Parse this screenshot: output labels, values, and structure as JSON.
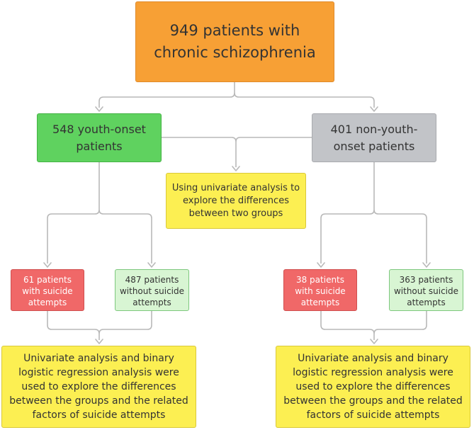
{
  "nodes": {
    "root": "949 patients with chronic schizophrenia",
    "youth_onset": "548 youth-onset patients",
    "non_youth_onset": "401 non-youth-onset patients",
    "univariate_method": "Using univariate analysis to explore the differences between two groups",
    "youth_with_suicide": "61 patients with suicide attempts",
    "youth_without_suicide": "487 patients without suicide attempts",
    "non_youth_with_suicide": "38 patients with suicide attempts",
    "non_youth_without_suicide": "363 patients without suicide attempts",
    "youth_result": "Univariate analysis and binary logistic regression analysis were used to explore the differences between the groups and the related factors of suicide attempts",
    "non_youth_result": "Univariate analysis and binary logistic regression analysis were used to explore the differences between the groups and the related factors of suicide attempts"
  },
  "colors": {
    "root": "#f7a035",
    "youth_onset": "#5fd25f",
    "non_youth_onset": "#c2c4c8",
    "analysis": "#fcef52",
    "with_suicide": "#f06868",
    "without_suicide": "#d8f5d3",
    "connector": "#b9b9b9"
  }
}
